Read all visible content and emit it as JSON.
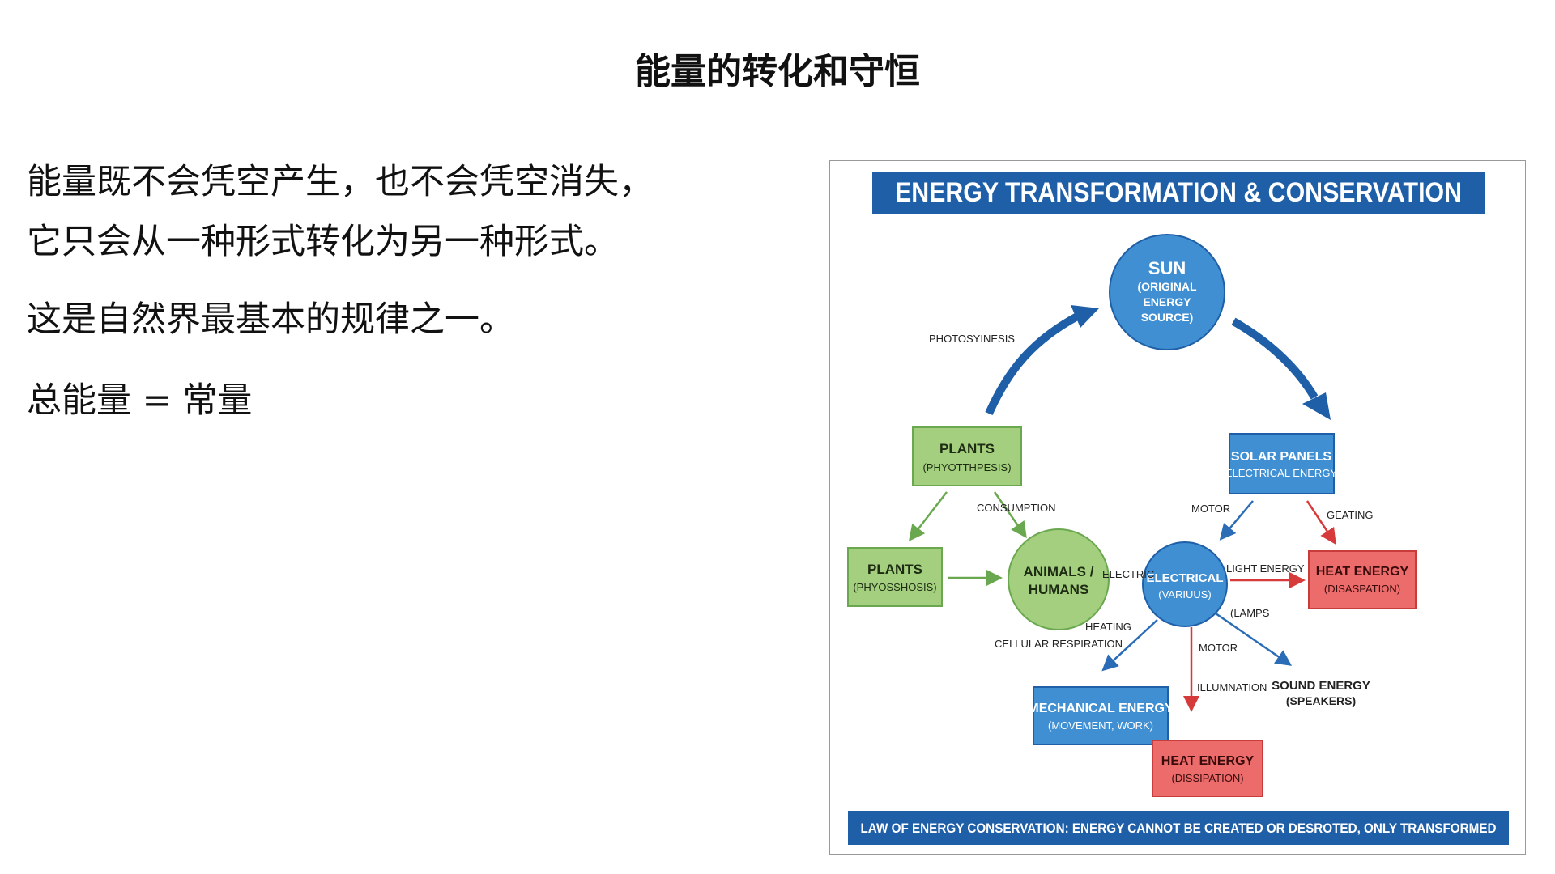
{
  "slide": {
    "title": "能量的转化和守恒",
    "lines": [
      "能量既不会凭空产生，也不会凭空消失，",
      "它只会从一种形式转化为另一种形式。",
      "这是自然界最基本的规律之一。"
    ],
    "formula": "总能量 = 常量"
  },
  "diagram": {
    "title": "ENERGY TRANSFORMATION & CONSERVATION",
    "footer": "LAW OF ENERGY CONSERVATION: ENERGY CANNOT BE CREATED OR DESROTED, ONLY TRANSFORMED",
    "nodes": {
      "sun": {
        "line1": "SUN",
        "line2": "(ORIGINAL",
        "line3": "ENERGY",
        "line4": "SOURCE)"
      },
      "plants_top": {
        "line1": "PLANTS",
        "line2": "(PHYOTTHPESIS)"
      },
      "plants_left": {
        "line1": "PLANTS",
        "line2": "(PHYOSSHOSIS)"
      },
      "animals": {
        "line1": "ANIMALS /",
        "line2": "HUMANS"
      },
      "solar": {
        "line1": "SOLAR PANELS",
        "line2": "(ELECTRICAL ENERGY)"
      },
      "electrical": {
        "line1": "ELECTRICAL",
        "line2": "(VARIUUS)"
      },
      "heat_right": {
        "line1": "HEAT ENERGY",
        "line2": "(DISASPATION)"
      },
      "mechanical": {
        "line1": "MECHANICAL ENERGY",
        "line2": "(MOVEMENT, WORK)"
      },
      "heat_bottom": {
        "line1": "HEAT ENERGY",
        "line2": "(DISSIPATION)"
      },
      "sound": {
        "line1": "SOUND ENERGY",
        "line2": "(SPEAKERS)"
      }
    },
    "labels": {
      "photosynthesis": "PHOTOSYINESIS",
      "consumption": "CONSUMPTION",
      "cellular": "CELLULAR RESPIRATION",
      "motor_top": "MOTOR",
      "geating": "GEATING",
      "electric": "ELECTRIC",
      "light": "LIGHT ENERGY",
      "lamps": "(LAMPS",
      "heating": "HEATING",
      "motor_bottom": "MOTOR",
      "illumination": "ILLUMNATION"
    },
    "colors": {
      "blue": "#1f5fa8",
      "blue_node": "#3f8fd2",
      "green_fill": "#a3cf7f",
      "green_border": "#6aa84f",
      "red_fill": "#ec6b6b",
      "red_border": "#c83c3c",
      "arrow_blue": "#2a6cb5",
      "arrow_red": "#d63a3a",
      "arrow_green": "#6aa84f"
    }
  }
}
